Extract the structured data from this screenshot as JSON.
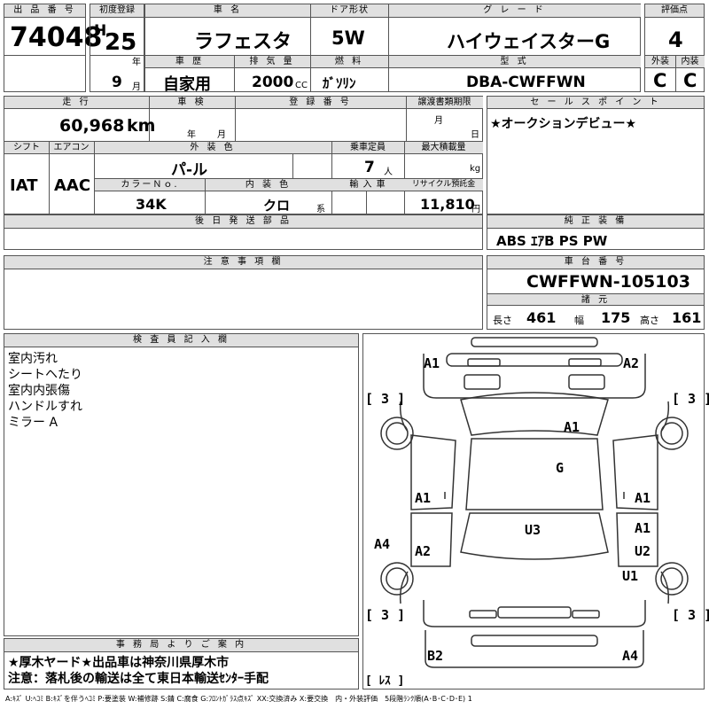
{
  "header": {
    "lot_no_label": "出 品 番 号",
    "lot_no": "74048",
    "first_reg_label": "初度登録",
    "era": "H",
    "year": "25",
    "year_unit": "年",
    "month": "9",
    "month_unit": "月",
    "car_name_label": "車 名",
    "car_name": "ラフェスタ",
    "door_label": "ドア形状",
    "door": "5W",
    "grade_label": "グ レ ー ド",
    "grade": "ハイウェイスターG",
    "score_label": "評価点",
    "score": "4",
    "history_label": "車 歴",
    "history": "自家用",
    "displacement_label": "排 気 量",
    "displacement": "2000",
    "displacement_unit": "CC",
    "fuel_label": "燃 料",
    "fuel": "ｶﾞｿﾘﾝ",
    "model_label": "型 式",
    "model": "DBA-CWFFWN",
    "exterior_label": "外装",
    "exterior": "C",
    "interior_label": "内装",
    "interior": "C"
  },
  "details": {
    "mileage_label": "走 行",
    "mileage": "60,968",
    "mileage_unit": "km",
    "inspection_label": "車 検",
    "inspection_year_unit": "年",
    "inspection_month_unit": "月",
    "reg_no_label": "登 録 番 号",
    "transfer_label": "譲渡書類期限",
    "transfer_month_unit": "月",
    "transfer_day_unit": "日",
    "shift_label": "シフト",
    "shift": "IAT",
    "ac_label": "エアコン",
    "ac": "AAC",
    "ext_color_label": "外 装 色",
    "ext_color": "パ-ル",
    "capacity_label": "乗車定員",
    "capacity": "7",
    "capacity_unit": "人",
    "max_load_label": "最大積載量",
    "max_load_unit": "kg",
    "color_no_label": "カラーＮｏ.",
    "color_no": "34K",
    "int_color_label": "内 装 色",
    "int_color": "クロ",
    "int_color_unit": "系",
    "import_label": "輸 入 車",
    "recycle_label": "リサイクル預託金",
    "recycle": "11,810",
    "recycle_unit": "円",
    "later_parts_label": "後 日 発 送 部 品",
    "notes_label": "注 意 事 項 欄"
  },
  "sales_point": {
    "label": "セ ー ル ス ポ イ ン ト",
    "text": "★オークションデビュー★"
  },
  "equipment": {
    "label": "純 正 装 備",
    "text": "ABS ｴｱB PS PW"
  },
  "chassis": {
    "label": "車 台 番 号",
    "number": "CWFFWN-105103",
    "dims_label": "諸 元",
    "length_label": "長さ",
    "length": "461",
    "width_label": "幅",
    "width": "175",
    "height_label": "高さ",
    "height": "161"
  },
  "inspector": {
    "label": "検 査 員 記 入 欄",
    "lines": [
      "室内汚れ",
      "シートヘたり",
      "室内内張傷",
      "ハンドルすれ",
      "ミラー A"
    ]
  },
  "office": {
    "label": "事 務 局 よ り ご 案 内",
    "line1": "★厚木ヤード★出品車は神奈川県厚木市",
    "line2": "注意：落札後の輸送は全て東日本輸送ｾﾝﾀｰ手配"
  },
  "diagram": {
    "marks": {
      "front_left": "A1",
      "front_right": "A2",
      "roof": "A1",
      "windshield": "G",
      "left_door_front": "A1",
      "left_door_rear": "A2",
      "left_quarter": "A4",
      "right_door_front": "A1",
      "right_door_rear": "A1",
      "right_rear_door": "U2",
      "right_quarter": "U1",
      "hood": "U3",
      "rear_left": "B2",
      "rear_right": "A4"
    },
    "tire_tl": "[ 3 ]",
    "tire_tr": "[ 3 ]",
    "tire_bl": "[ 3 ]",
    "tire_br": "[ 3 ]",
    "spare": "[ ﾚｽ ]"
  },
  "legend": {
    "text": "A:ｷｽﾞ U:ﾍｺﾐ B:ｷｽﾞを伴うﾍｺﾐ P:要塗装 W:補修跡 S:錆 C:腐食 G:ﾌﾛﾝﾄｶﾞﾗｽ点ｷｽﾞ XX:交換済み X:要交換　内・外装評価　5段階ﾗﾝｸ順(A･B･C･D･E) 1"
  }
}
